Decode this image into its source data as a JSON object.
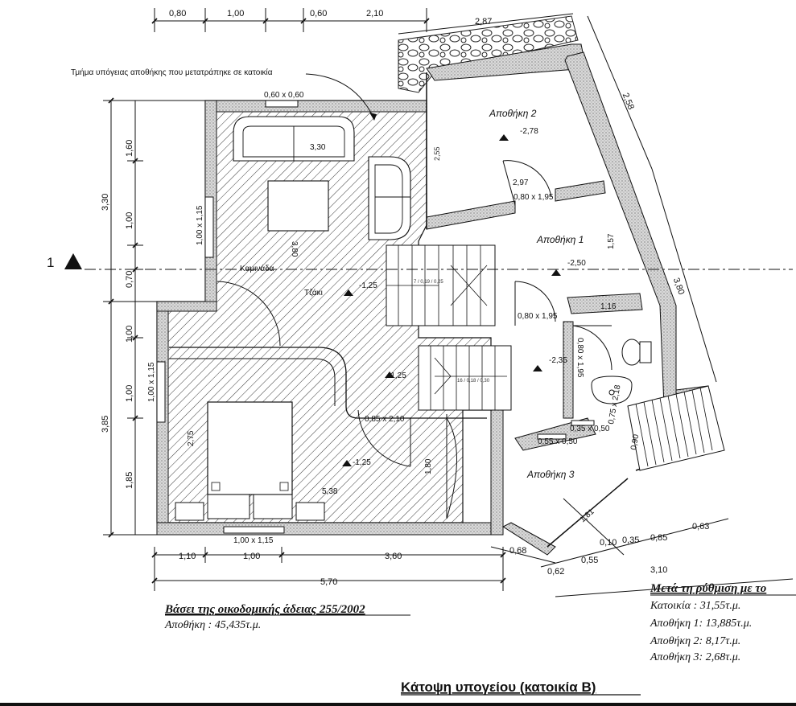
{
  "top_dims": [
    "0,80",
    "1,00",
    "0,60",
    "2,10"
  ],
  "top_right_dims": [
    "2,87",
    "2,58",
    "3,80"
  ],
  "left_dims": [
    "3,30",
    "1,60",
    "1,00",
    "0,70",
    "3,85",
    "1,00",
    "1,00",
    "1,85"
  ],
  "bottom_dims": [
    "1,10",
    "1,00",
    "3,60",
    "5,70"
  ],
  "bottom_right_dims": [
    "0,68",
    "0,62",
    "0,55",
    "0,10",
    "0,35",
    "0,85",
    "0,63",
    "3,10"
  ],
  "annotation": "Τμήμα υπόγειας αποθήκης που μετατράπηκε σε κατοικία",
  "section_marker": "1",
  "inner": {
    "win_top": "0,60 x 0,60",
    "sofa_width": "3,30",
    "wall_255": "2,55",
    "wall_380": "3,80",
    "win_left_upper": "1,00 x 1,15",
    "win_left_lower": "1,00 x 1,15",
    "fireplace": "Καμινάδα",
    "tzaki": "Τζάκι",
    "level_125a": "-1,25",
    "level_125b": "-1,25",
    "level_125c": "-1,25",
    "door_085": "0,85 x 2,10",
    "bed_275": "2,75",
    "dim_538": "5,38",
    "dim_180": "1,80",
    "win_bottom": "1,00 x 1,15",
    "stair_upper": "7 / 0,19 / 0,25",
    "stair_lower": "16 / 0,18 / 0,30",
    "room_storage2": "Αποθήκη 2",
    "level_278": "-2,78",
    "dim_297": "2,97",
    "door_2a": "0,80 x 1,95",
    "room_storage1": "Αποθήκη 1",
    "level_250": "-2,50",
    "dim_157": "1,57",
    "dim_116": "1,16",
    "door_2b": "0,80 x 1,95",
    "door_2c": "0,80 x 1,95",
    "level_235": "-2,35",
    "win_055": "0,55 x 0,50",
    "win_035": "0,35 x 0,50",
    "door_075": "0,75 x 2,18",
    "dim_090": "0,90",
    "room_storage3": "Αποθήκη 3",
    "dim_181": "1,81"
  },
  "permit": {
    "title": "Βάσει της οικοδομικής άδειας 255/2002",
    "line1": "Αποθήκη : 45,435τ.μ."
  },
  "after": {
    "title": "Μετά τη ρύθμιση με το",
    "line1": "Κατοικία : 31,55τ.μ.",
    "line2": "Αποθήκη 1: 13,885τ.μ.",
    "line3": "Αποθήκη 2: 8,17τ.μ.",
    "line4": "Αποθήκη 3: 2,68τ.μ."
  },
  "title": "Κάτοψη υπογείου (κατοικία Β)"
}
